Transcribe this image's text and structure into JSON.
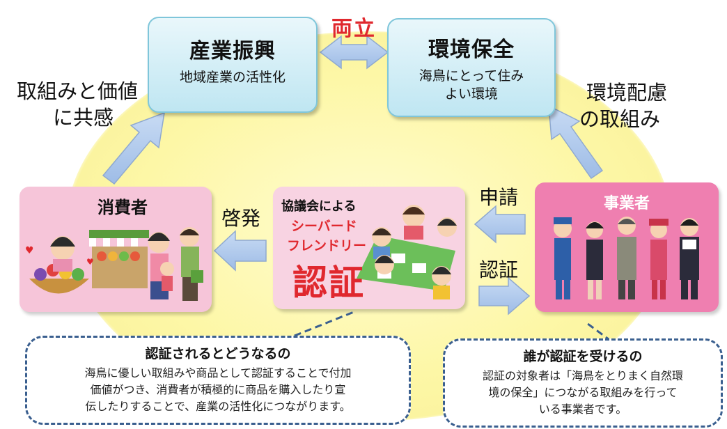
{
  "top": {
    "left_box": {
      "title": "産業振興",
      "subtitle": "地域産業の活性化"
    },
    "right_box": {
      "title": "環境保全",
      "subtitle_line1": "海鳥にとって住み",
      "subtitle_line2": "よい環境"
    },
    "center_label": "両立"
  },
  "side_labels": {
    "left_line1": "取組みと価値",
    "left_line2": "に共感",
    "right_line1": "環境配慮",
    "right_line2": "の取組み"
  },
  "consumer_box": {
    "title": "消費者"
  },
  "center_box": {
    "line1": "協議会による",
    "line2": "シーバード",
    "line3": "フレンドリー",
    "line4": "認証"
  },
  "business_box": {
    "title": "事業者"
  },
  "arrow_labels": {
    "enlighten": "啓発",
    "apply": "申請",
    "certify": "認証"
  },
  "callout_left": {
    "title": "認証されるとどうなるの",
    "line1": "海鳥に優しい取組みや商品として認証することで付加",
    "line2": "価値がつき、消費者が積極的に商品を購入したり宣",
    "line3": "伝したりすることで、産業の活性化につながります。"
  },
  "callout_right": {
    "title": "誰が認証を受けるの",
    "line1": "認証の対象者は「海鳥をとりまく自然環",
    "line2": "境の保全」につながる取組みを行って",
    "line3": "いる事業者です。"
  },
  "colors": {
    "accent_red": "#e0282e",
    "top_box_blue": "#bfe6f2",
    "arrow_blue": "#a9c6ea",
    "consumer_pink": "#f6c5d9",
    "center_pink": "#f8d3e2",
    "business_pink": "#ef7fb0",
    "callout_border": "#3a5f8f"
  }
}
